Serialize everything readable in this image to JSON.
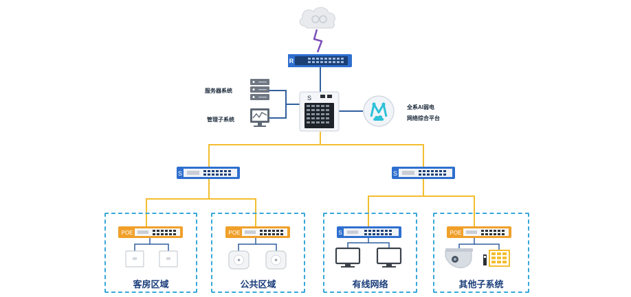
{
  "labels": {
    "server": "服务器系统",
    "management": "管理子系统",
    "platform_line1": "全系AI弱电",
    "platform_line2": "网络综合平台"
  },
  "zones": [
    {
      "title": "客房区域"
    },
    {
      "title": "公共区域"
    },
    {
      "title": "有线网络"
    },
    {
      "title": "其他子系统"
    }
  ],
  "device_marks": {
    "router": "R",
    "core_switch": "S",
    "agg_switch": "S",
    "poe_switch": "POE",
    "access_switch": "S",
    "platform_logo": "M"
  },
  "colors": {
    "uplink": "#f3bd2e",
    "downlink": "#2f5f9e",
    "device_blue": "#2e6fcf",
    "poe_orange": "#f0a02a",
    "zone_border": "#38a7d8",
    "lightning": "#7b4fb8"
  }
}
